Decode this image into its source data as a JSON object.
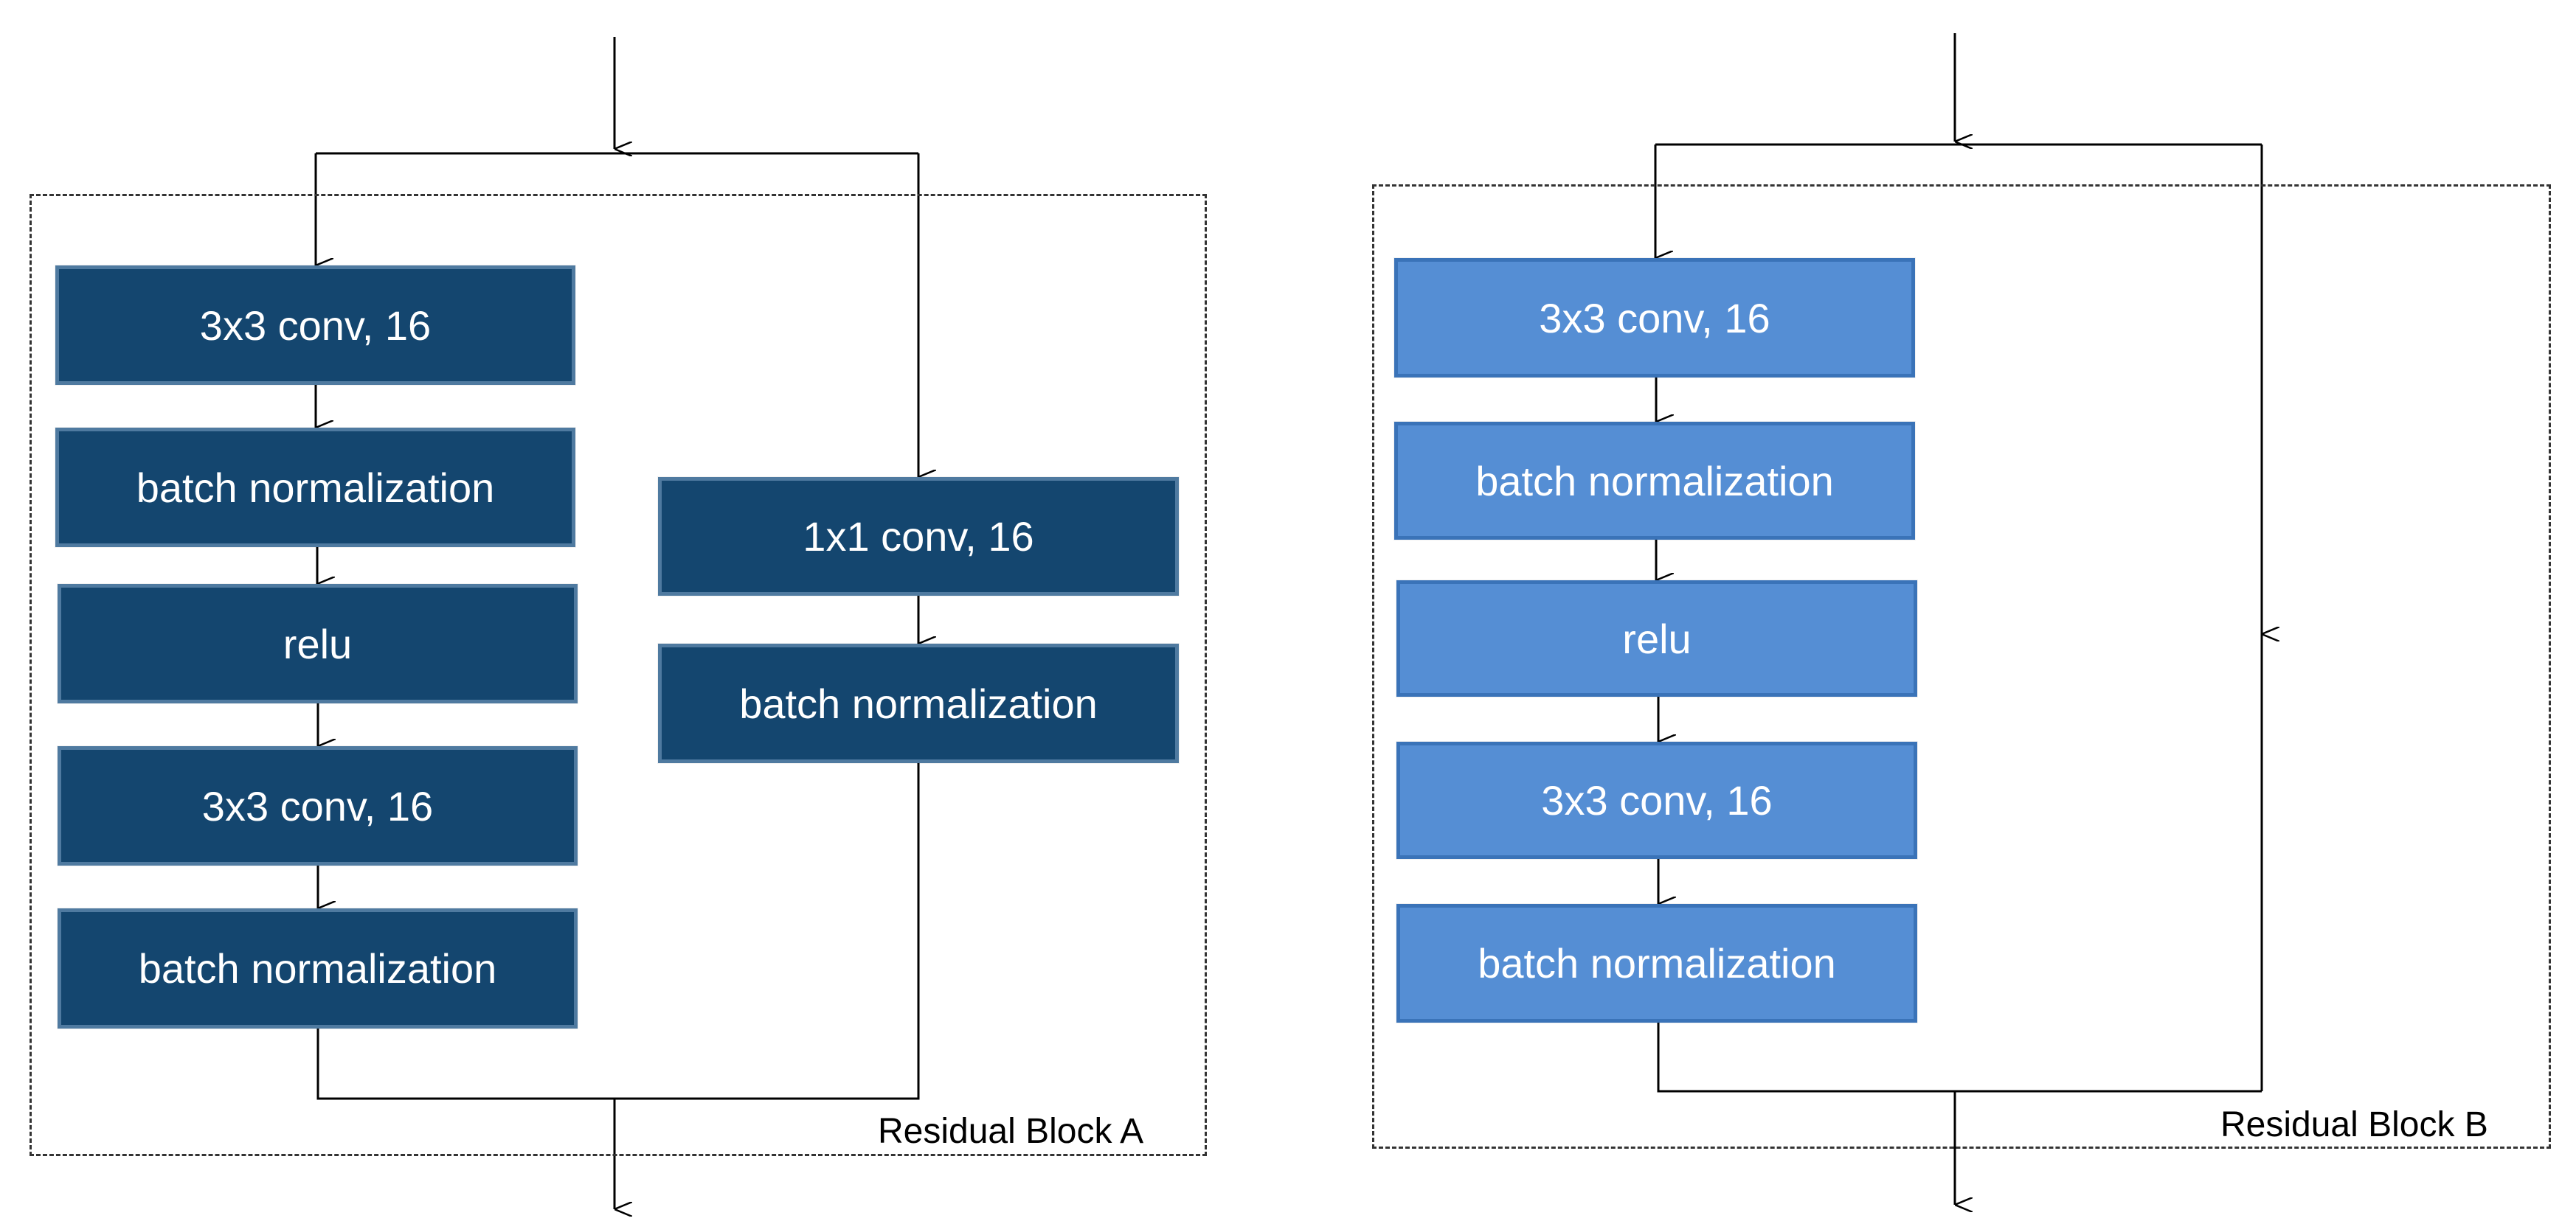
{
  "diagram": {
    "block_a": {
      "label": "Residual Block A",
      "main_path": [
        "3x3 conv, 16",
        "batch normalization",
        "relu",
        "3x3 conv, 16",
        "batch normalization"
      ],
      "shortcut_path": [
        "1x1 conv, 16",
        "batch normalization"
      ]
    },
    "block_b": {
      "label": "Residual Block B",
      "main_path": [
        "3x3 conv, 16",
        "batch normalization",
        "relu",
        "3x3 conv, 16",
        "batch normalization"
      ]
    }
  },
  "colors": {
    "block_a_fill": "#14466f",
    "block_b_fill": "#558ed4",
    "line": "#000000"
  }
}
